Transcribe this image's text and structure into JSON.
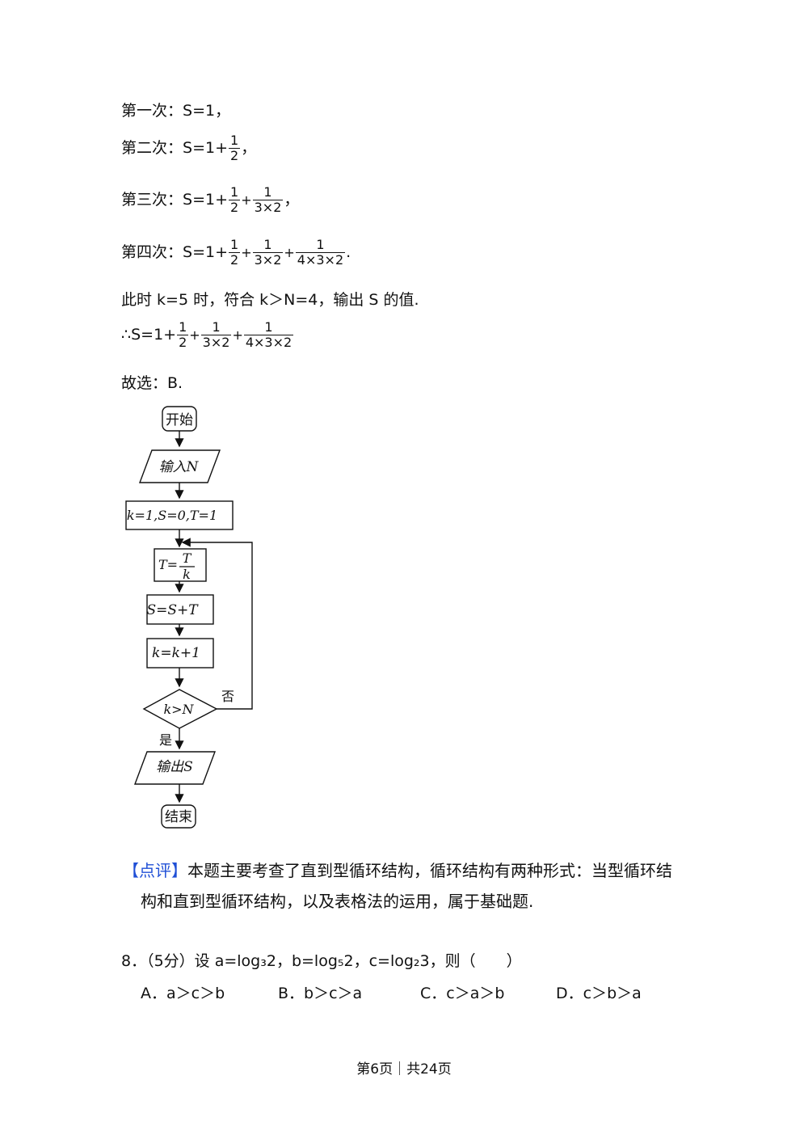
{
  "solution": {
    "step1": {
      "label": "第一次：",
      "expr": "S=1，"
    },
    "step2": {
      "label": "第二次：",
      "expr": "S=1+",
      "f1n": "1",
      "f1d": "2",
      "tail": "，"
    },
    "step3": {
      "label": "第三次：",
      "expr": "S=1+",
      "f1n": "1",
      "f1d": "2",
      "plus": "+",
      "f2n": "1",
      "f2d": "3×2",
      "tail": "，"
    },
    "step4": {
      "label": "第四次：",
      "expr": "S=1+",
      "f1n": "1",
      "f1d": "2",
      "plus": "+",
      "f2n": "1",
      "f2d": "3×2",
      "plus2": "+",
      "f3n": "1",
      "f3d": "4×3×2",
      "tail": "."
    },
    "note": "此时 k=5 时，符合 k＞N=4，输出 S 的值.",
    "result": {
      "expr": "∴S=1+",
      "f1n": "1",
      "f1d": "2",
      "plus": "+",
      "f2n": "1",
      "f2d": "3×2",
      "plus2": "+",
      "f3n": "1",
      "f3d": "4×3×2"
    },
    "choice": "故选：B."
  },
  "flowchart": {
    "start": "开始",
    "input": "输入N",
    "init": "k=1,S=0,T=1",
    "t_left": "T=",
    "t_num": "T",
    "t_den": "k",
    "s_update": "S=S+T",
    "k_update": "k=k+1",
    "condition": "k>N",
    "no": "否",
    "yes": "是",
    "output": "输出S",
    "end": "结束"
  },
  "remark": {
    "tag": "【点评】",
    "text1": "本题主要考查了直到型循环结构，循环结构有两种形式：当型循环结",
    "text2": "构和直到型循环结构，以及表格法的运用，属于基础题."
  },
  "question8": {
    "stem": "8．（5分）设 a=log₃2，b=log₅2，c=log₂3，则（　　）",
    "options": [
      "A．a＞c＞b",
      "B．b＞c＞a",
      "C．c＞a＞b",
      "D．c＞b＞a"
    ]
  },
  "footer": "第6页｜共24页"
}
